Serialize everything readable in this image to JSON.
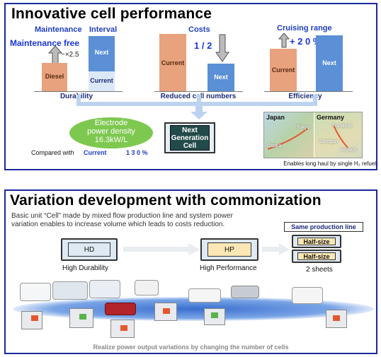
{
  "panel1": {
    "title": "Innovative cell performance",
    "durability": {
      "head_maintenance": "Maintenance",
      "head_interval": "Interval",
      "maintenance_free": "Maintenance free",
      "multiplier": "~×2.5",
      "bar_diesel": "Diesel",
      "bar_next": "Next",
      "bar_current": "Current",
      "caption": "Durability"
    },
    "costs": {
      "head": "Costs",
      "ratio": "1 / 2",
      "bar_current": "Current",
      "bar_next": "Next",
      "caption": "Reduced cell numbers"
    },
    "efficiency": {
      "head": "Cruising range",
      "increase": "+ 2 0 %",
      "bar_current": "Current",
      "bar_next": "Next",
      "caption": "Efficiency"
    },
    "electrode": {
      "line1": "Electrode",
      "line2": "power density",
      "line3": "16.3kW/L"
    },
    "compared": {
      "prefix": "Compared with",
      "current": "Current",
      "value": "1 3 0 %"
    },
    "next_gen_cell": "Next Generation Cell",
    "map": {
      "japan": "Japan",
      "germany": "Germany",
      "tokyo": "Tokyo",
      "osaka": "Osaka",
      "frankfurt": "Frankfurt",
      "stuttgart": "Stuttgart",
      "munich": "Munich",
      "caption": "Enables long haul by single H₂ refuel"
    }
  },
  "panel2": {
    "title": "Variation development with commonization",
    "desc_line1": "Basic unit “Cell” made by mixed flow production line and system power",
    "desc_line2": "variation enables to increase volume which leads to costs reduction.",
    "same_line": "Same production line",
    "hd": "HD",
    "hd_label": "High Durability",
    "hp": "HP",
    "hp_label": "High Performance",
    "half1": "Half-size",
    "half2": "Half-size",
    "sheets": "2 sheets",
    "footer": "Realize power output variations by changing the number of cells"
  },
  "colors": {
    "frame": "#1b2a9b",
    "bar_orange": "#e8a27d",
    "bar_blue": "#5b8fd6",
    "green": "#7ec850",
    "cell_dark": "#234a4a"
  }
}
